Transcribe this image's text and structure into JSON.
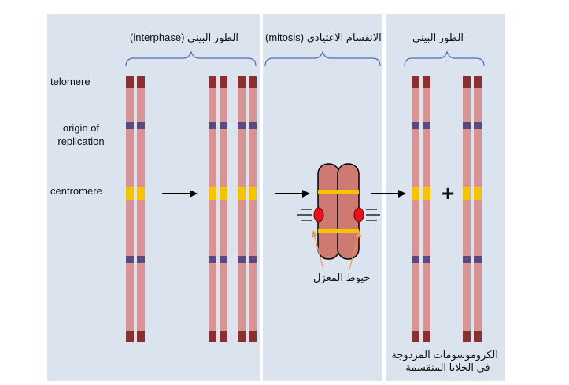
{
  "labels": {
    "telomere": "telomere",
    "origin_line1": "origin of",
    "origin_line2": "replication",
    "centromere": "centromere"
  },
  "headers": {
    "interphase_left": "الطور البيني (interphase)",
    "mitosis": "الانقسام الاعتيادي (mitosis)",
    "interphase_right": "الطور البيني"
  },
  "annotations": {
    "spindle": "خيوط المغزل",
    "chromosomes_line1": "الكروموسومات المزدوجة",
    "chromosomes_line2": "في الخلايا المنقسمة",
    "plus": "+"
  },
  "colors": {
    "panel_bg": "#dbe4ee",
    "strand": "#d89494",
    "telomere": "#8b3030",
    "origin": "#5a4a80",
    "centromere": "#f5c400",
    "chromatid": "#cc7a72",
    "spindle_dot": "#e8121c",
    "spindle_pointer": "#e99a55"
  }
}
